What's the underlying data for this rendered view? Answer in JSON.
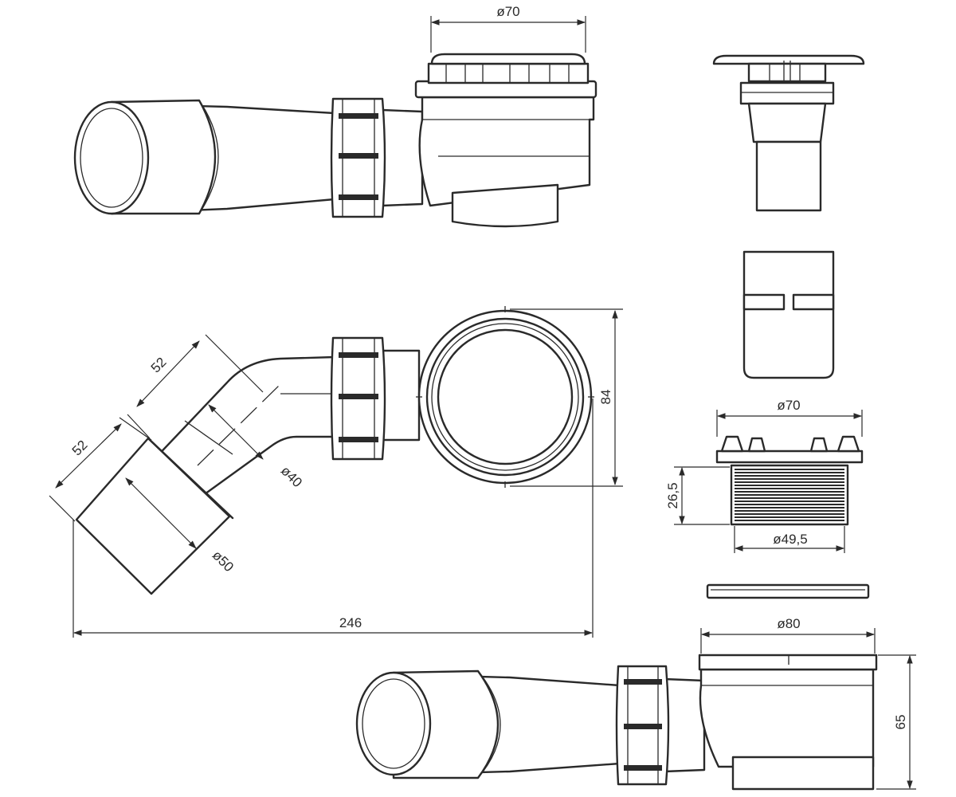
{
  "dimensions": {
    "top_cap_diameter": "ø70",
    "top_view_height": "84",
    "elbow_segment_upper": "52",
    "elbow_segment_lower": "52",
    "elbow_inner_diameter": "ø40",
    "elbow_outer_diameter": "ø50",
    "total_length": "246",
    "grate_diameter": "ø70",
    "thread_height": "26,5",
    "thread_diameter": "ø49,5",
    "flange_diameter": "ø80",
    "body_height": "65"
  },
  "colors": {
    "line": "#2a2a2a",
    "background": "#ffffff"
  }
}
